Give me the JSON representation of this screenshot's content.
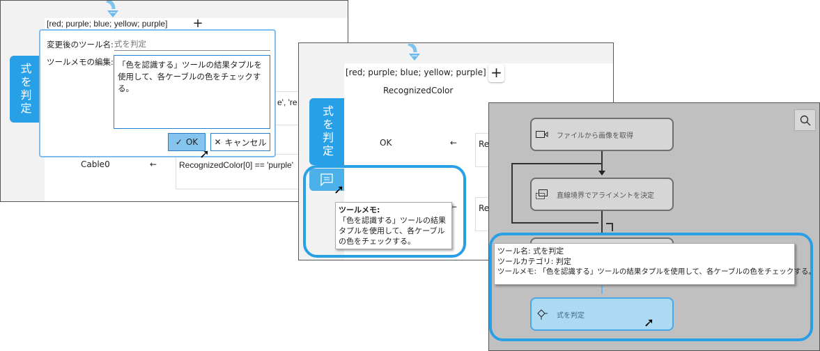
{
  "panel1": {
    "list_value": "[red; purple; blue; yellow; purple]",
    "tool_tab_label": "式を判定",
    "partial_cell_text": "e', 're",
    "row_name": "Cable0",
    "row_arrow": "←",
    "row_expression": "RecognizedColor[0] == 'purple'",
    "dialog": {
      "name_label": "変更後のツール名:",
      "name_placeholder": "式を判定",
      "memo_label": "ツールメモの編集:",
      "memo_value": "「色を認識する」ツールの結果タプルを使用して、各ケーブルの色をチェックする。",
      "ok_label": "OK",
      "cancel_label": "キャンセル"
    }
  },
  "panel2": {
    "list_value": "[red; purple; blue; yellow; purple]",
    "add_label": "+",
    "column_header": "RecognizedColor",
    "tool_tab_label": "式を判定",
    "rows": [
      {
        "name": "OK",
        "arrow": "←",
        "expr": "Re"
      },
      {
        "name": "",
        "arrow": "←",
        "expr": "Re"
      }
    ],
    "tooltip_title": "ツールメモ:",
    "tooltip_body": "「色を認識する」ツールの結果タプルを使用して、各ケーブルの色をチェックする。"
  },
  "panel3": {
    "nodes": [
      {
        "label": "ファイルから画像を取得",
        "icon": "camera-icon"
      },
      {
        "label": "直線境界でアライメントを決定",
        "icon": "alignment-icon"
      },
      {
        "label": "式を判定",
        "icon": "decision-icon"
      }
    ],
    "tooltip_lines": [
      "ツール名: 式を判定",
      "ツールカテゴリ: 判定",
      "ツールメモ: 「色を認識する」ツールの結果タプルを使用して、各ケーブルの色をチェックする。"
    ]
  },
  "colors": {
    "accent": "#27a0e8",
    "highlight": "#29a0e6",
    "selected_node": "#addaf3",
    "canvas": "#c0c0c0"
  }
}
